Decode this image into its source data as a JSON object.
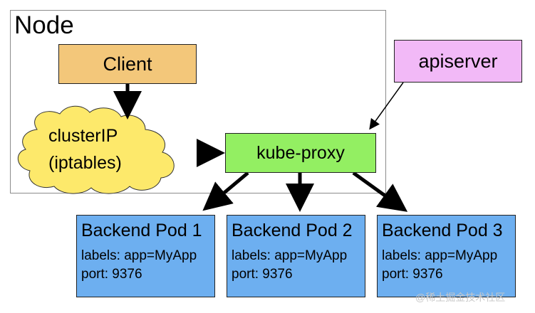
{
  "node": {
    "label": "Node"
  },
  "client": {
    "label": "Client"
  },
  "cluster_ip": {
    "line1": "clusterIP",
    "line2": "(iptables)"
  },
  "kube_proxy": {
    "label": "kube-proxy"
  },
  "apiserver": {
    "label": "apiserver"
  },
  "pods": [
    {
      "title": "Backend Pod 1",
      "labels": "labels: app=MyApp",
      "port": "port: 9376"
    },
    {
      "title": "Backend Pod 2",
      "labels": "labels: app=MyApp",
      "port": "port: 9376"
    },
    {
      "title": "Backend Pod 3",
      "labels": "labels: app=MyApp",
      "port": "port: 9376"
    }
  ],
  "watermark": "@稀土掘金技术社区",
  "colors": {
    "client": "#f3c77a",
    "cluster_ip": "#fde96b",
    "kube_proxy": "#93ef62",
    "apiserver": "#f2b9f7",
    "pod": "#6daff0"
  }
}
